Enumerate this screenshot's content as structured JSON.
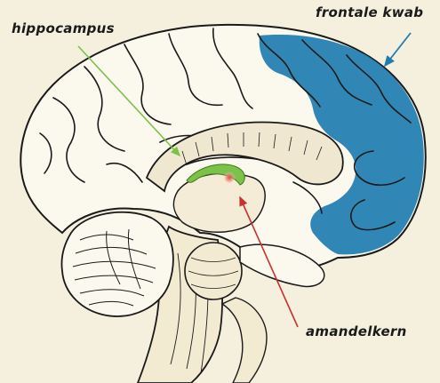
{
  "labels": {
    "hippocampus": "hippocampus",
    "frontal_lobe": "frontale kwab",
    "amygdala": "amandelkern"
  },
  "colors": {
    "background": "#f5efdd",
    "frontal_lobe_fill": "#1e7db0",
    "hippocampus_fill": "#7cc24a",
    "amygdala_spot": "#e8453c",
    "hippocampus_arrow": "#7cc24a",
    "frontal_arrow": "#1e7db0",
    "amygdala_arrow": "#c8322e",
    "outline": "#1a1a1a"
  }
}
